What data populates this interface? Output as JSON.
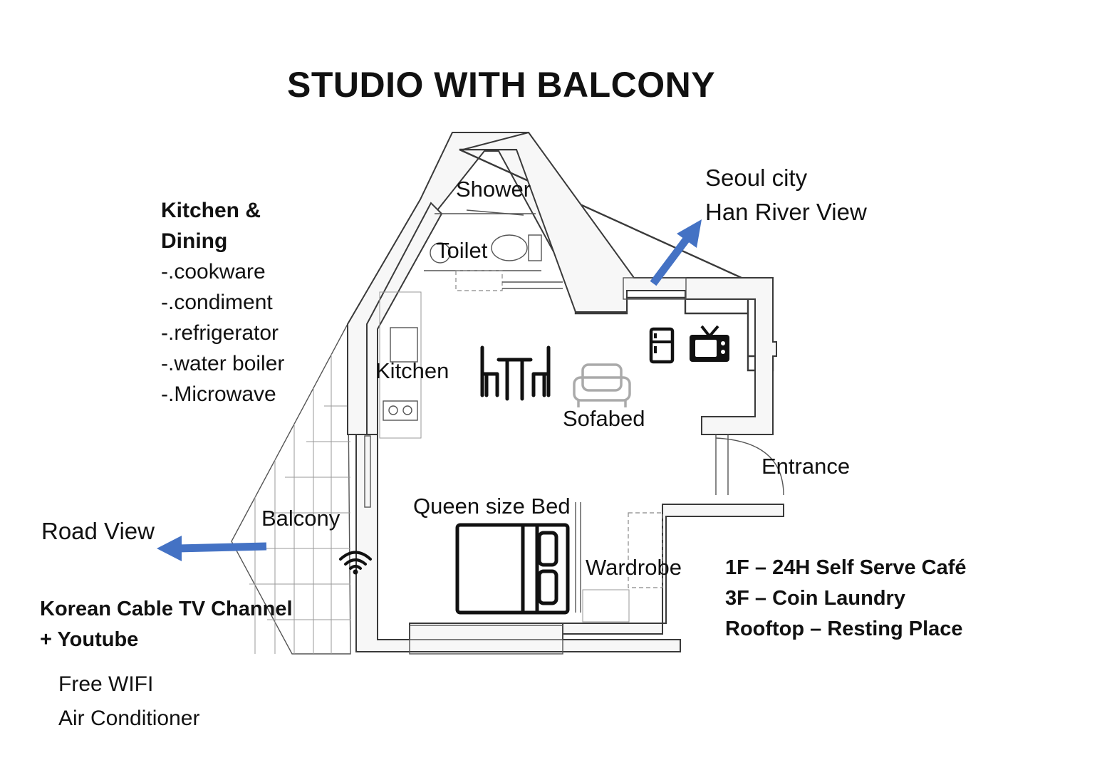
{
  "title": "STUDIO WITH BALCONY",
  "rooms": {
    "shower": "Shower",
    "toilet": "Toilet",
    "kitchen": "Kitchen",
    "sofabed": "Sofabed",
    "entrance": "Entrance",
    "bed": "Queen size Bed",
    "wardrobe": "Wardrobe",
    "balcony": "Balcony"
  },
  "views": {
    "city_line1": "Seoul city",
    "city_line2": "Han River View",
    "road": "Road View"
  },
  "kitchen_dining": {
    "heading_line1": "Kitchen &",
    "heading_line2": "Dining",
    "items": [
      "-.cookware",
      "-.condiment",
      "-.refrigerator",
      "-.water boiler",
      "-.Microwave"
    ]
  },
  "tv_info": {
    "line1": "Korean Cable TV Channel",
    "line2": "+  Youtube"
  },
  "amenities": [
    "Free WIFI",
    "Air Conditioner"
  ],
  "floors": [
    "1F – 24H Self Serve Café",
    "3F – Coin Laundry",
    "Rooftop – Resting Place"
  ],
  "colors": {
    "arrow": "#4472c4",
    "text": "#111111",
    "wall": "#3a3a3a"
  },
  "icons": [
    "wifi-icon",
    "dining-table-icon",
    "sofa-icon",
    "refrigerator-icon",
    "tv-icon",
    "bed-icon",
    "arrow-icon"
  ]
}
